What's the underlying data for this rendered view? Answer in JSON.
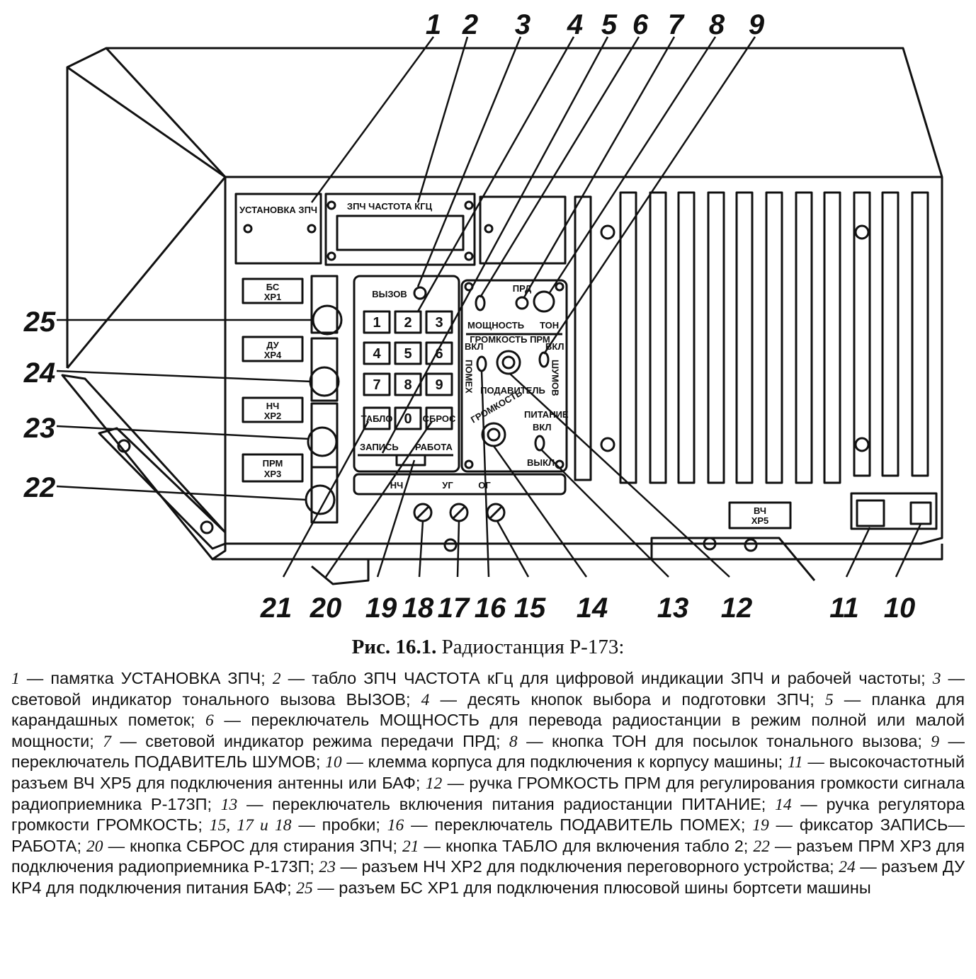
{
  "figure": {
    "callouts": [
      "1",
      "2",
      "3",
      "4",
      "5",
      "6",
      "7",
      "8",
      "9",
      "10",
      "11",
      "12",
      "13",
      "14",
      "15",
      "16",
      "17",
      "18",
      "19",
      "20",
      "21",
      "22",
      "23",
      "24",
      "25"
    ],
    "plates": {
      "ustanovka": "УСТАНОВКА ЗПЧ",
      "zpch": "ЗПЧ   ЧАСТОТА  КГЦ",
      "bs": "БС",
      "bs2": "ХР1",
      "du": "ДУ",
      "du2": "ХР4",
      "nch": "НЧ",
      "nch2": "ХР2",
      "prm": "ПРМ",
      "prm2": "ХР3",
      "vch": "ВЧ",
      "vch2": "ХР5"
    },
    "keypad": {
      "vyzov": "ВЫЗОВ",
      "keys": [
        "1",
        "2",
        "3",
        "4",
        "5",
        "6",
        "7",
        "8",
        "9"
      ],
      "tablo": "ТАБЛО",
      "zero": "0",
      "sbros": "СБРОС",
      "zapis": "ЗАПИСЬ",
      "rabota": "РАБОТА",
      "bottom_left": "НЧ",
      "bottom_mid": "УГ",
      "bottom_right": "ОГ"
    },
    "control": {
      "prd": "ПРД",
      "moshnost": "МОЩНОСТЬ",
      "ton": "ТОН",
      "vkl": "ВКЛ",
      "pomekh": "ПОМЕХ",
      "shumov": "ШУМОВ",
      "gromkost_prm": "ГРОМКОСТЬ ПРМ",
      "podavitel": "ПОДАВИТЕЛЬ",
      "gromkost": "ГРОМКОСТЬ",
      "pitanie": "ПИТАНИЕ",
      "vykl": "ВЫКЛ"
    }
  },
  "caption": {
    "label": "Рис. 16.1.",
    "title": "Радиостанция Р-173:"
  },
  "legend": [
    {
      "n": "1",
      "t": "памятка УСТАНОВКА ЗПЧ; "
    },
    {
      "n": "2",
      "t": "табло ЗПЧ ЧАСТОТА кГц для цифровой индикации ЗПЧ и рабочей частоты; "
    },
    {
      "n": "3",
      "t": "световой индикатор тонального вызова ВЫЗОВ; "
    },
    {
      "n": "4",
      "t": "десять кнопок выбора и подготовки ЗПЧ; "
    },
    {
      "n": "5",
      "t": "планка для карандашных пометок; "
    },
    {
      "n": "6",
      "t": "переключатель МОЩНОСТЬ для перевода радиостанции в режим полной или малой мощности; "
    },
    {
      "n": "7",
      "t": "световой индикатор режима передачи ПРД; "
    },
    {
      "n": "8",
      "t": "кнопка ТОН для посылок тонального вызова; "
    },
    {
      "n": "9",
      "t": "переключатель ПОДАВИТЕЛЬ ШУМОВ; "
    },
    {
      "n": "10",
      "t": "клемма корпуса для подключения к корпусу машины; "
    },
    {
      "n": "11",
      "t": "высокочастотный разъем ВЧ ХР5 для подключения антенны или БАФ; "
    },
    {
      "n": "12",
      "t": "ручка ГРОМКОСТЬ ПРМ для регулирования громкости сигнала радиоприемника Р-173П; "
    },
    {
      "n": "13",
      "t": "переключатель включения питания радиостанции ПИТАНИЕ; "
    },
    {
      "n": "14",
      "t": "ручка регулятора громкости ГРОМКОСТЬ; "
    },
    {
      "n": "15, 17 и 18",
      "t": "пробки; "
    },
    {
      "n": "16",
      "t": "переключатель ПОДАВИТЕЛЬ ПОМЕХ; "
    },
    {
      "n": "19",
      "t": "фиксатор ЗАПИСЬ—РАБОТА; "
    },
    {
      "n": "20",
      "t": "кнопка СБРОС для стирания ЗПЧ; "
    },
    {
      "n": "21",
      "t": "кнопка ТАБЛО для включения табло 2; "
    },
    {
      "n": "22",
      "t": "разъем ПРМ ХР3 для подключения радиоприемника Р-173П; "
    },
    {
      "n": "23",
      "t": "разъем НЧ ХР2 для подключения переговорного устройства; "
    },
    {
      "n": "24",
      "t": "разъем ДУ КР4 для подключения питания БАФ; "
    },
    {
      "n": "25",
      "t": "разъем БС ХР1 для подключения плюсовой шины бортсети машины"
    }
  ]
}
